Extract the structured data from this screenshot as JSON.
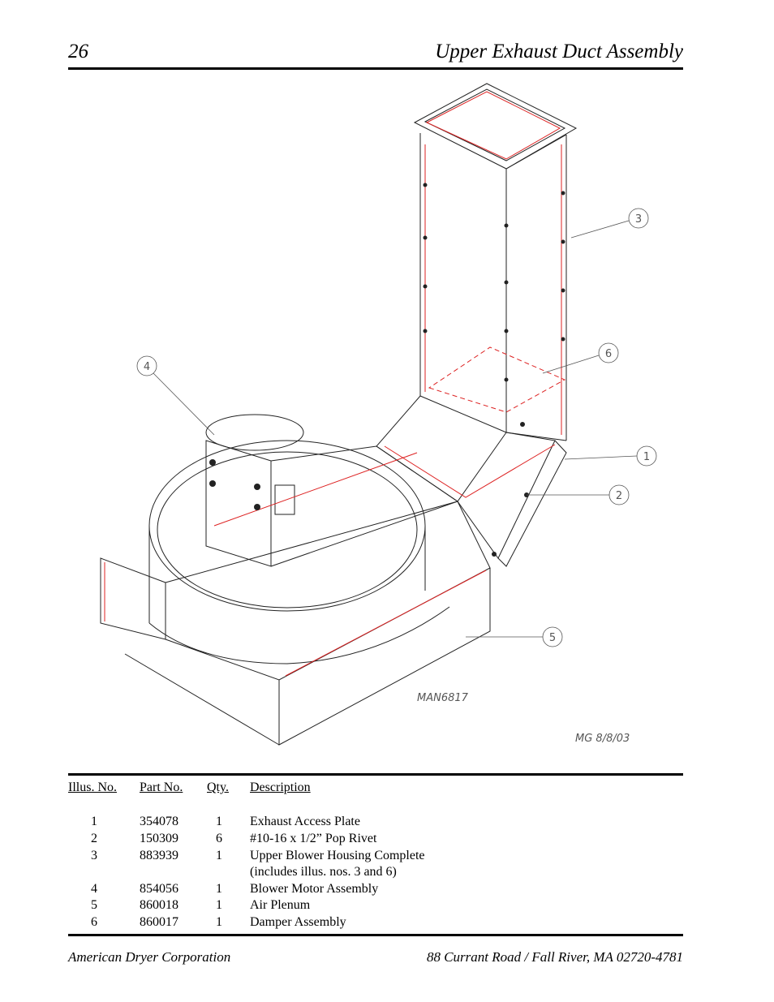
{
  "header": {
    "page_number": "26",
    "title": "Upper Exhaust Duct Assembly"
  },
  "drawing": {
    "callouts": [
      "1",
      "2",
      "3",
      "4",
      "5",
      "6"
    ],
    "drawing_number": "MAN6817",
    "initials_date": "MG 8/8/03"
  },
  "parts_table": {
    "headers": {
      "illus": "Illus. No.",
      "part": "Part No.",
      "qty": "Qty.",
      "desc": "Description"
    },
    "rows": [
      {
        "illus": "1",
        "part": "354078",
        "qty": "1",
        "desc": "Exhaust Access Plate"
      },
      {
        "illus": "2",
        "part": "150309",
        "qty": "6",
        "desc": "#10-16 x 1/2” Pop Rivet"
      },
      {
        "illus": "3",
        "part": "883939",
        "qty": "1",
        "desc": "Upper Blower Housing Complete"
      },
      {
        "illus": "",
        "part": "",
        "qty": "",
        "desc": "(includes illus. nos. 3 and 6)"
      },
      {
        "illus": "4",
        "part": "854056",
        "qty": "1",
        "desc": "Blower Motor Assembly"
      },
      {
        "illus": "5",
        "part": "860018",
        "qty": "1",
        "desc": "Air Plenum"
      },
      {
        "illus": "6",
        "part": "860017",
        "qty": "1",
        "desc": "Damper Assembly"
      }
    ]
  },
  "footer": {
    "company": "American Dryer Corporation",
    "address": "88 Currant Road / Fall River, MA 02720-4781"
  }
}
